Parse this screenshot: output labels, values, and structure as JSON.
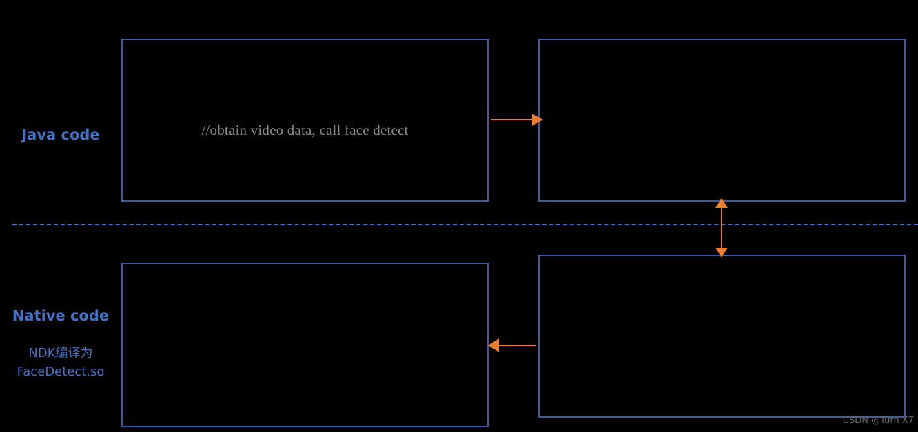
{
  "diagram": {
    "title": "Java code / Native code JNI call flow",
    "colors": {
      "background": "#000000",
      "box_border": "#3a5ba8",
      "label_blue": "#4472c4",
      "arrow_orange": "#ED7D31",
      "comment_gray": "#8a8a8a",
      "watermark_gray": "#6b6b6b"
    },
    "sections": [
      {
        "id": "java",
        "label": "Java code",
        "sub_lines": []
      },
      {
        "id": "native",
        "label": "Native code",
        "sub_lines": [
          "NDK编译为",
          "FaceDetect.so"
        ]
      }
    ],
    "boxes": [
      {
        "id": "java-left",
        "section": "java",
        "content": "//obtain video data, call face detect"
      },
      {
        "id": "java-right",
        "section": "java",
        "content": ""
      },
      {
        "id": "native-left",
        "section": "native",
        "content": ""
      },
      {
        "id": "native-right",
        "section": "native",
        "content": ""
      }
    ],
    "arrows": [
      {
        "id": "java-left-to-right",
        "direction": "right",
        "from": "java-left",
        "to": "java-right",
        "label": ""
      },
      {
        "id": "java-right-to-native-right",
        "direction": "both",
        "from": "java-right",
        "to": "native-right",
        "label": ""
      },
      {
        "id": "native-right-to-left",
        "direction": "left",
        "from": "native-right",
        "to": "native-left",
        "label": ""
      }
    ],
    "divider": {
      "style": "dashed",
      "color": "#4472c4"
    },
    "watermark": "CSDN @Turn X7"
  }
}
